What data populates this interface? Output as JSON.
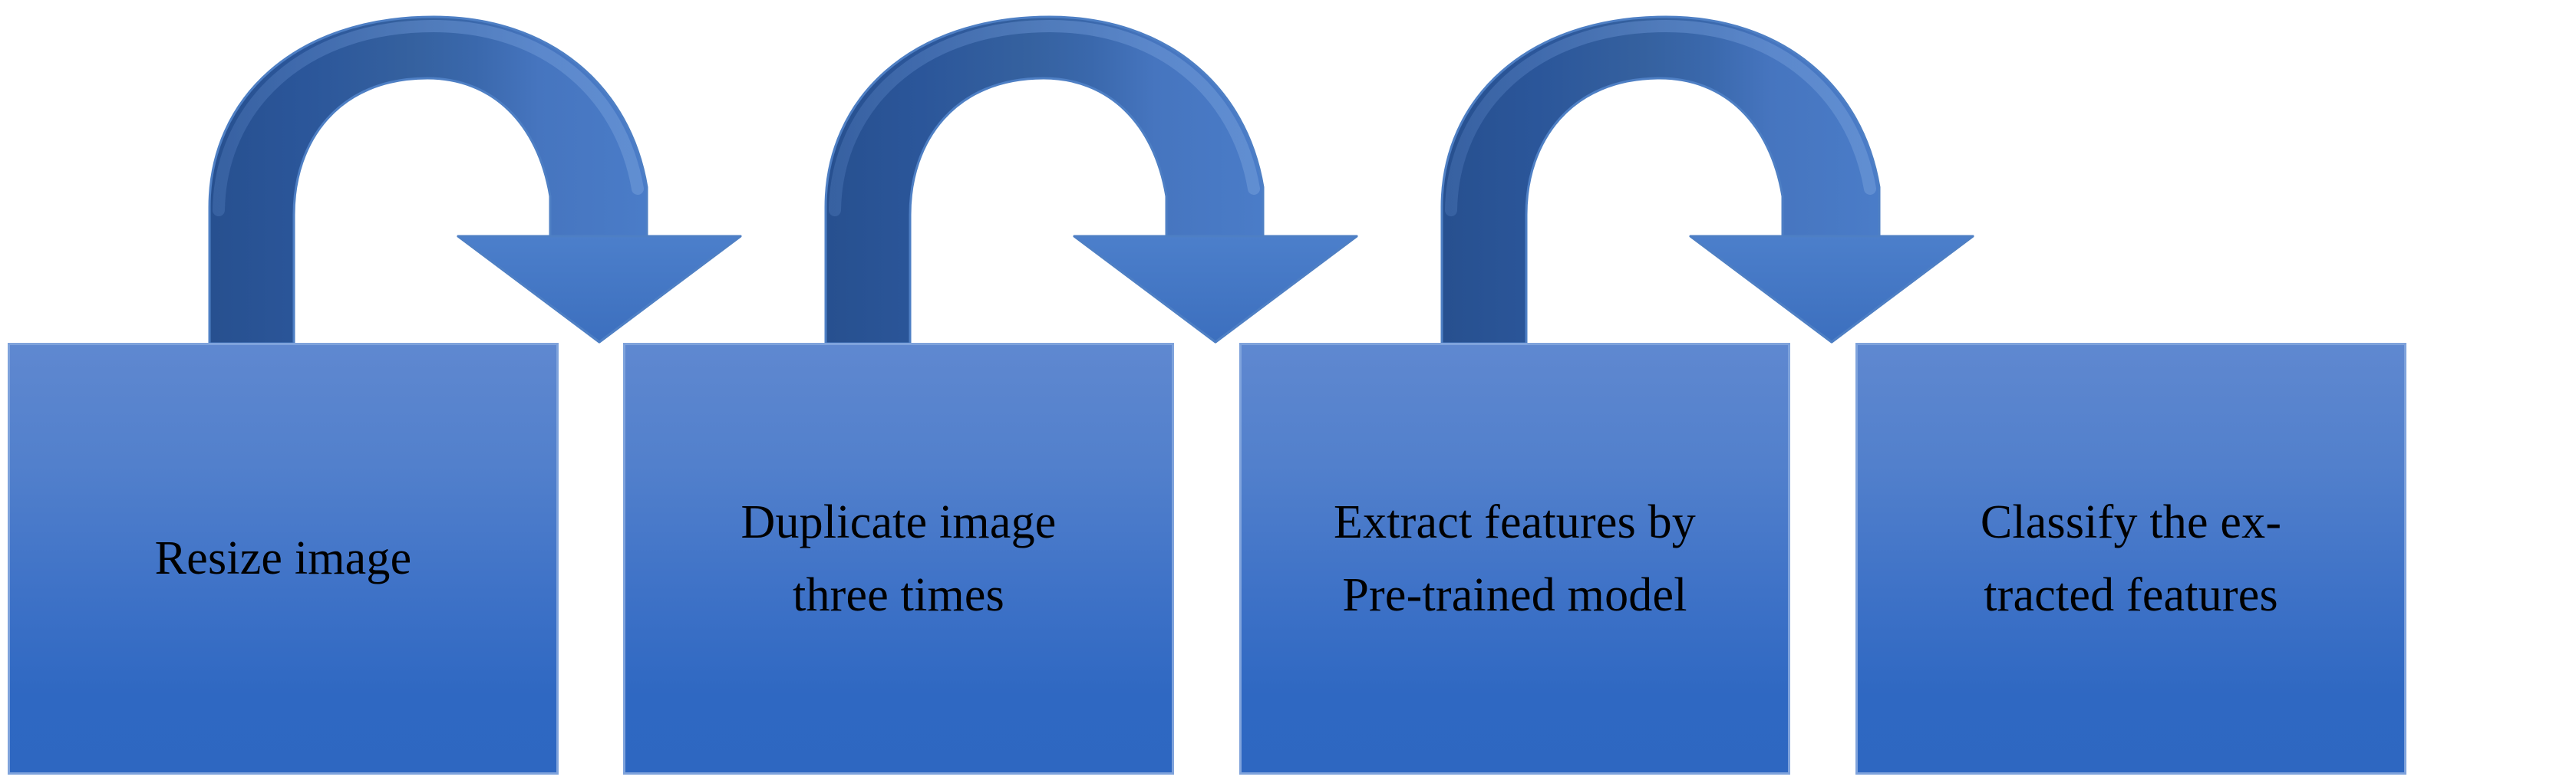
{
  "diagram": {
    "title": "Image classification pipeline flowchart",
    "type": "horizontal-process-flow",
    "background_color": "#FFFFFF",
    "step_count": 4,
    "arrow_count": 3,
    "colors": {
      "box_fill_top": "#5F88D0",
      "box_fill_bottom": "#2E67C1",
      "box_border": "#7FA3DC",
      "arrow_tail_dark": "#27508F",
      "arrow_head_light": "#4478C8",
      "text": "#000000"
    },
    "steps": [
      {
        "index": 1,
        "name": "resize-image",
        "label": "Resize image",
        "lines": [
          "Resize image"
        ]
      },
      {
        "index": 2,
        "name": "duplicate-image",
        "label": "Duplicate image\nthree times",
        "lines": [
          "Duplicate image",
          "three times"
        ]
      },
      {
        "index": 3,
        "name": "extract-features",
        "label": "Extract features by\nPre-trained model",
        "lines": [
          "Extract features by",
          "Pre-trained model"
        ]
      },
      {
        "index": 4,
        "name": "classify-features",
        "label": "Classify the ex-\ntracted features",
        "lines": [
          "Classify the ex-",
          "tracted features"
        ]
      }
    ],
    "arrows": [
      {
        "index": 1,
        "name": "arrow-step1-to-step2",
        "from": "Resize image",
        "to": "Duplicate image three times",
        "shape": "curved-arc-down",
        "direction": "left-to-right"
      },
      {
        "index": 2,
        "name": "arrow-step2-to-step3",
        "from": "Duplicate image three times",
        "to": "Extract features by Pre-trained model",
        "shape": "curved-arc-down",
        "direction": "left-to-right"
      },
      {
        "index": 3,
        "name": "arrow-step3-to-step4",
        "from": "Extract features by Pre-trained model",
        "to": "Classify the extracted features",
        "shape": "curved-arc-down",
        "direction": "left-to-right"
      }
    ]
  }
}
